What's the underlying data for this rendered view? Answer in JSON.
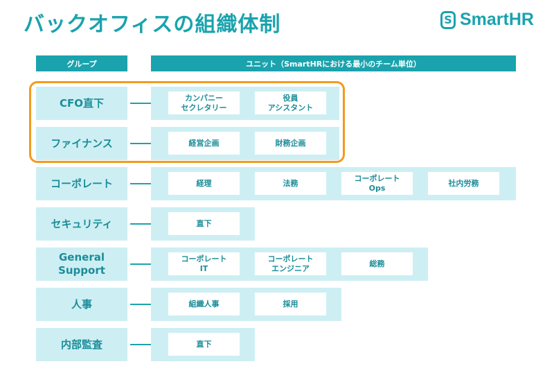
{
  "title": "バックオフィスの組織体制",
  "logo": {
    "mark": "S",
    "text": "SmartHR"
  },
  "headers": {
    "group": "グループ",
    "unit": "ユニット（SmartHRにおける最小のチーム単位）"
  },
  "groups": [
    {
      "name": "CFO直下",
      "units": [
        "カンパニー\nセクレタリー",
        "役員\nアシスタント"
      ]
    },
    {
      "name": "ファイナンス",
      "units": [
        "経営企画",
        "財務企画"
      ]
    },
    {
      "name": "コーポレート",
      "units": [
        "経理",
        "法務",
        "コーポレート\nOps",
        "社内労務"
      ]
    },
    {
      "name": "セキュリティ",
      "units": [
        "直下"
      ]
    },
    {
      "name": "General\nSupport",
      "units": [
        "コーポレート\nIT",
        "コーポレート\nエンジニア",
        "総務"
      ]
    },
    {
      "name": "人事",
      "units": [
        "組織人事",
        "採用"
      ]
    },
    {
      "name": "内部監査",
      "units": [
        "直下"
      ]
    }
  ],
  "colors": {
    "accent": "#1aa3ad",
    "light": "#cdeff3",
    "highlight": "#f29a1e"
  }
}
